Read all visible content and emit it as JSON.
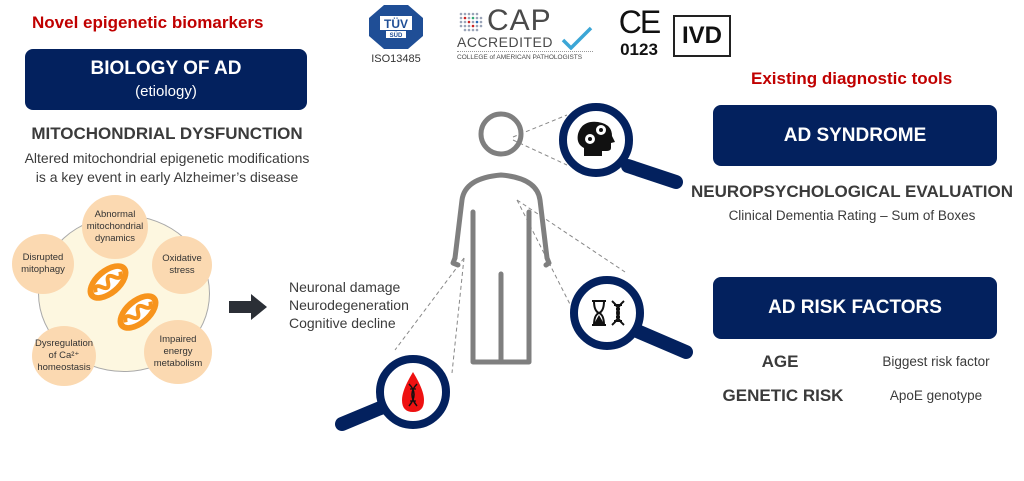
{
  "left": {
    "section_title": "Novel epigenetic biomarkers",
    "box": {
      "title": "BIOLOGY OF AD",
      "subtitle": "(etiology)"
    },
    "heading": "MITOCHONDRIAL DYSFUNCTION",
    "description_line1": "Altered mitochondrial epigenetic modifications",
    "description_line2": "is a key event in early Alzheimer’s disease",
    "bubbles": [
      {
        "line1": "Abnormal",
        "line2": "mitochondrial",
        "line3": "dynamics"
      },
      {
        "line1": "Oxidative",
        "line2": "stress"
      },
      {
        "line1": "Impaired",
        "line2": "energy",
        "line3": "metabolism"
      },
      {
        "line1": "Dysregulation",
        "line2": "of Ca²⁺",
        "line3": "homeostasis"
      },
      {
        "line1": "Disrupted",
        "line2": "mitophagy"
      }
    ]
  },
  "outcomes": [
    "Neuronal damage",
    "Neurodegeneration",
    "Cognitive decline"
  ],
  "certifications": {
    "tuv": {
      "logo_text": "TÜV",
      "logo_sub": "SÜD",
      "caption": "ISO13485"
    },
    "cap": {
      "logo_text": "CAP",
      "accredited": "ACCREDITED",
      "college": "COLLEGE of AMERICAN PATHOLOGISTS"
    },
    "ce": {
      "mark": "CE",
      "number": "0123"
    },
    "ivd": {
      "label": "IVD"
    }
  },
  "right": {
    "section_title": "Existing diagnostic tools",
    "syndrome_box": {
      "title": "AD SYNDROME"
    },
    "syndrome_heading": "NEUROPSYCHOLOGICAL EVALUATION",
    "syndrome_detail": "Clinical Dementia Rating – Sum of Boxes",
    "risk_box": {
      "title": "AD RISK FACTORS"
    },
    "risk_factors": [
      {
        "name": "AGE",
        "detail": "Biggest risk factor"
      },
      {
        "name": "GENETIC RISK",
        "detail": "ApoE genotype"
      }
    ]
  },
  "colors": {
    "navy": "#03215e",
    "red_title": "#c00000",
    "bubble": "#fbd9b1",
    "mito": "#f7941d",
    "figure": "#808080"
  },
  "icons": {
    "head": "head-gears-icon",
    "hourglass_dna": "hourglass-dna-icon",
    "blood_dna": "blood-drop-dna-icon"
  }
}
